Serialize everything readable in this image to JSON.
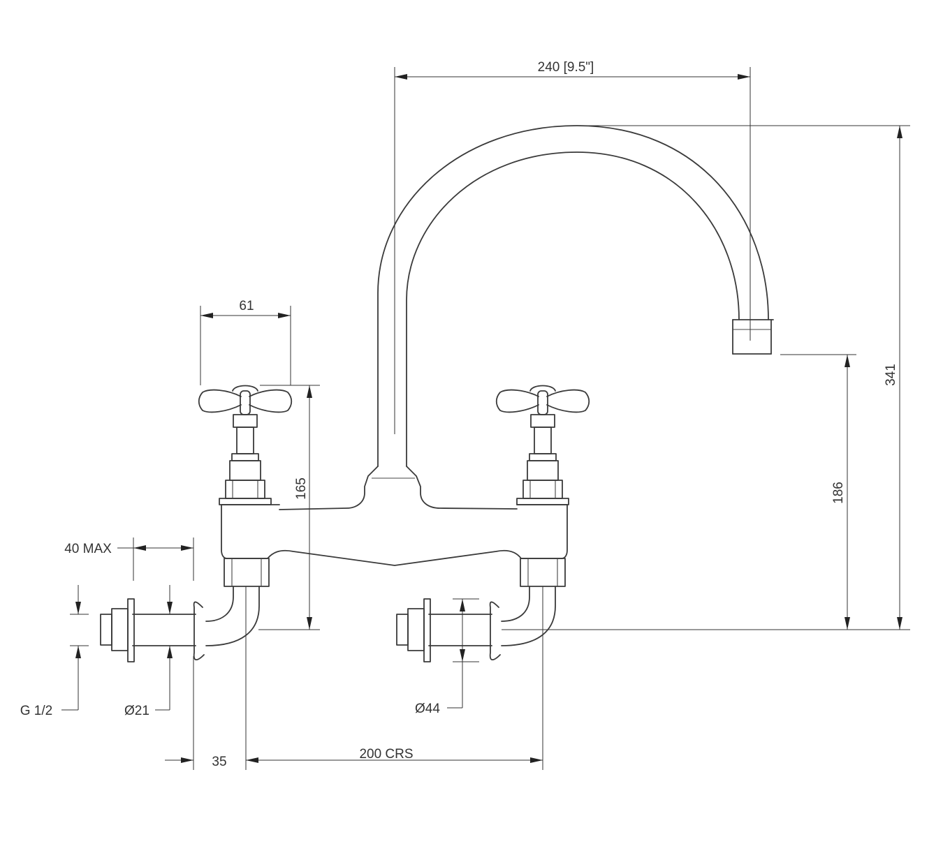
{
  "dimensions": {
    "spout_reach": "240 [9.5\"]",
    "handle_width": "61",
    "total_height": "341",
    "spout_outlet_height": "186",
    "handle_height": "165",
    "wall_thickness_max": "40 MAX",
    "inlet_thread": "G 1/2",
    "pipe_diameter": "Ø21",
    "flange_diameter": "Ø44",
    "wall_offset": "35",
    "centres": "200 CRS"
  }
}
